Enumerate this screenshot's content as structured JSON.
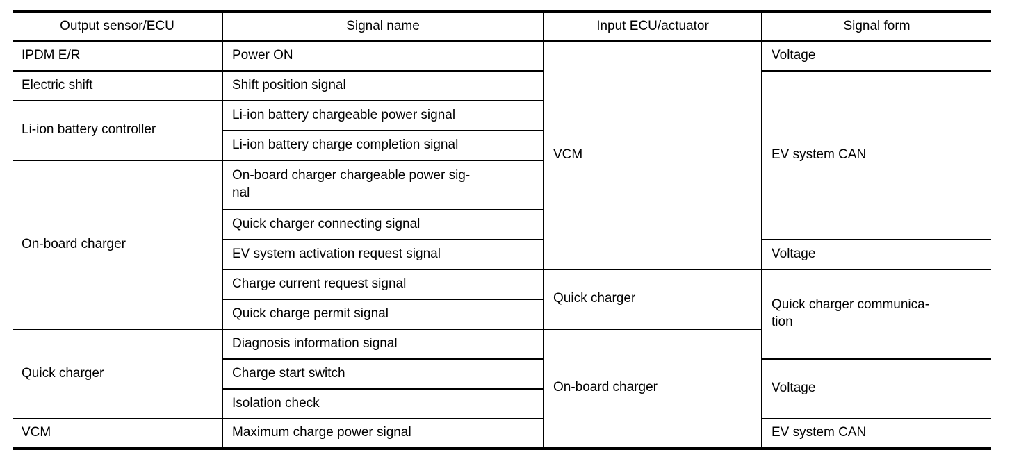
{
  "colors": {
    "background": "#ffffff",
    "text": "#000000",
    "border": "#000000"
  },
  "table": {
    "headers": [
      "Output sensor/ECU",
      "Signal name",
      "Input ECU/actuator",
      "Signal form"
    ],
    "rows": [
      {
        "output": "IPDM E/R",
        "signal": "Power ON",
        "input": "VCM",
        "form": "Voltage"
      },
      {
        "output": "Electric shift",
        "signal": "Shift position signal",
        "form": "EV system CAN"
      },
      {
        "output": "Li-ion battery controller",
        "signal": "Li-ion battery chargeable power signal"
      },
      {
        "signal": "Li-ion battery charge completion signal"
      },
      {
        "output": "On-board charger",
        "signal": "On-board charger chargeable power sig-\nnal"
      },
      {
        "signal": "Quick charger connecting signal"
      },
      {
        "signal": "EV system activation request signal",
        "form": "Voltage"
      },
      {
        "signal": "Charge current request signal",
        "input": "Quick charger",
        "form": "Quick charger communica-\ntion"
      },
      {
        "signal": "Quick charge permit signal"
      },
      {
        "output": "Quick charger",
        "signal": "Diagnosis information signal",
        "input": "On-board charger"
      },
      {
        "signal": "Charge start switch",
        "form": "Voltage"
      },
      {
        "signal": "Isolation check"
      },
      {
        "output": "VCM",
        "signal": "Maximum charge power signal",
        "form": "EV system CAN"
      }
    ]
  }
}
